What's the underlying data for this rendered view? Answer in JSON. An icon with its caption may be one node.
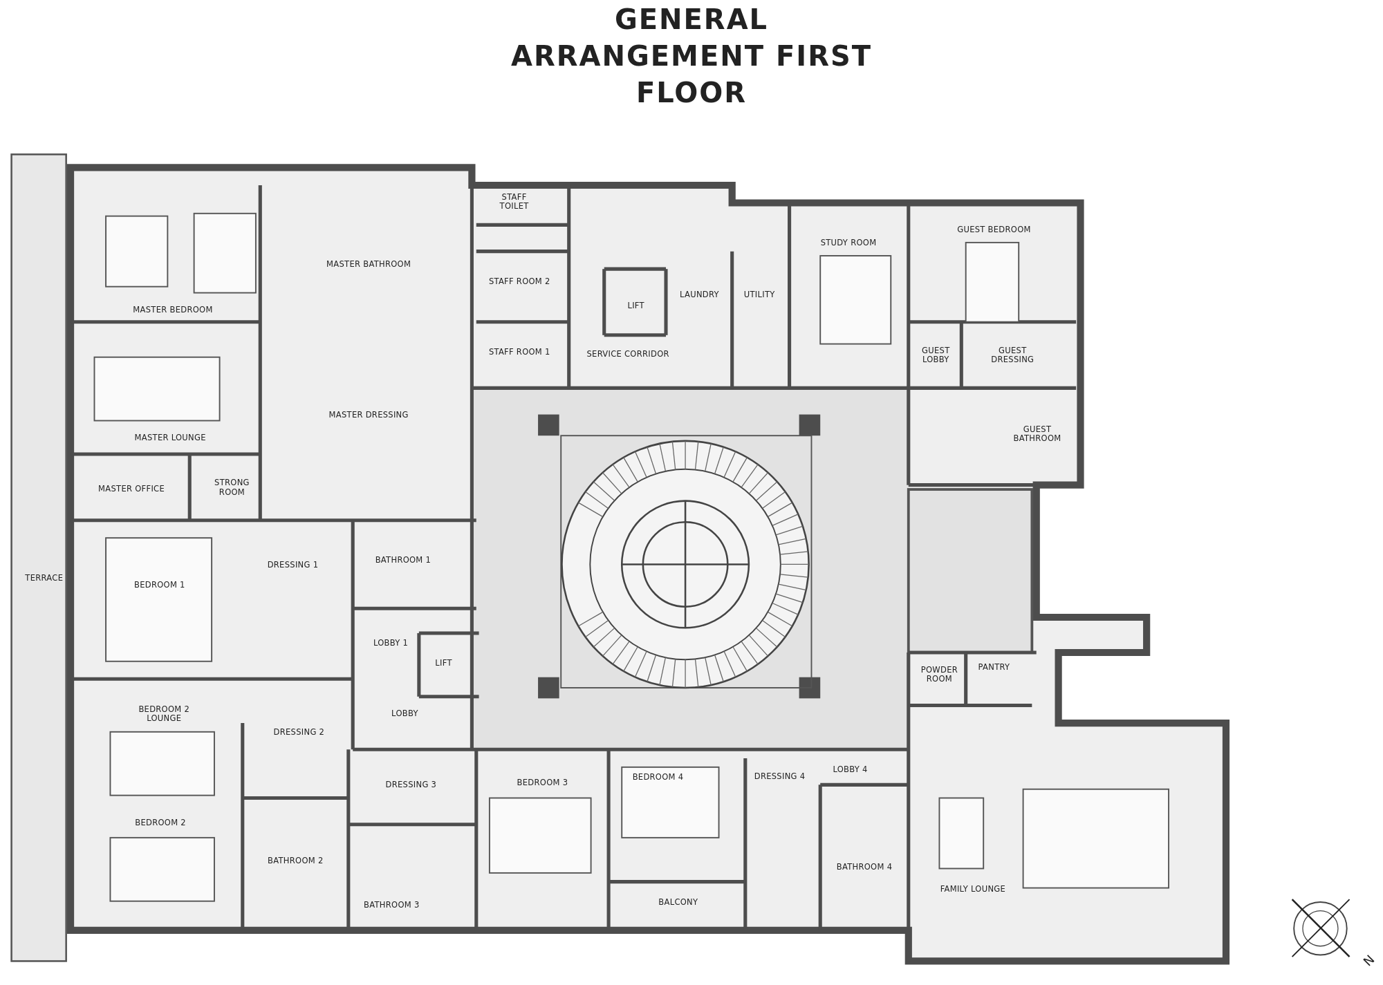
{
  "diagram": {
    "title": "GENERAL ARRANGEMENT FIRST FLOOR",
    "labels": [
      "STAFF TOILET",
      "GUEST BEDROOM",
      "STUDY ROOM",
      "MASTER BATHROOM",
      "STAFF ROOM 2",
      "LAUNDRY",
      "UTILITY",
      "LIFT",
      "MASTER BEDROOM",
      "STAFF ROOM 1",
      "SERVICE CORRIDOR",
      "GUEST LOBBY",
      "GUEST DRESSING",
      "MASTER DRESSING",
      "MASTER LOUNGE",
      "GUEST BATHROOM",
      "MASTER OFFICE",
      "STRONG ROOM",
      "DRESSING 1",
      "BATHROOM 1",
      "TERRACE",
      "BEDROOM 1",
      "LOBBY 1",
      "LIFT",
      "POWDER ROOM",
      "PANTRY",
      "LOBBY",
      "BEDROOM 2 LOUNGE",
      "DRESSING 2",
      "LOBBY 4",
      "DRESSING 4",
      "BEDROOM 4",
      "BEDROOM 3",
      "DRESSING 3",
      "BEDROOM 2",
      "BATHROOM 2",
      "BATHROOM 4",
      "FAMILY LOUNGE",
      "BALCONY",
      "BATHROOM 3",
      "N"
    ]
  }
}
